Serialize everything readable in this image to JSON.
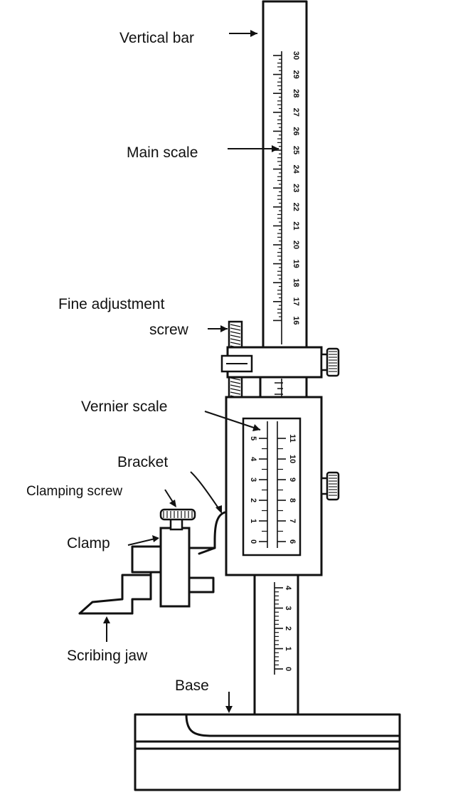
{
  "labels": {
    "vertical_bar": "Vertical bar",
    "main_scale": "Main scale",
    "fine_adjustment_1": "Fine adjustment",
    "fine_adjustment_2": "screw",
    "vernier_scale": "Vernier scale",
    "bracket": "Bracket",
    "clamping_screw": "Clamping screw",
    "clamp": "Clamp",
    "scribing_jaw": "Scribing jaw",
    "base": "Base"
  },
  "main_scale_numbers": [
    "30",
    "29",
    "28",
    "27",
    "26",
    "25",
    "24",
    "23",
    "22",
    "21",
    "20",
    "19",
    "18",
    "17",
    "16"
  ],
  "lower_scale_numbers": [
    "4",
    "3",
    "2",
    "1",
    "0"
  ],
  "vernier_numbers_left": [
    "5",
    "4",
    "3",
    "2",
    "1",
    "0"
  ],
  "vernier_numbers_right": [
    "11",
    "10",
    "9",
    "8",
    "7",
    "6"
  ],
  "colors": {
    "ink": "#111111",
    "paper": "#ffffff"
  }
}
